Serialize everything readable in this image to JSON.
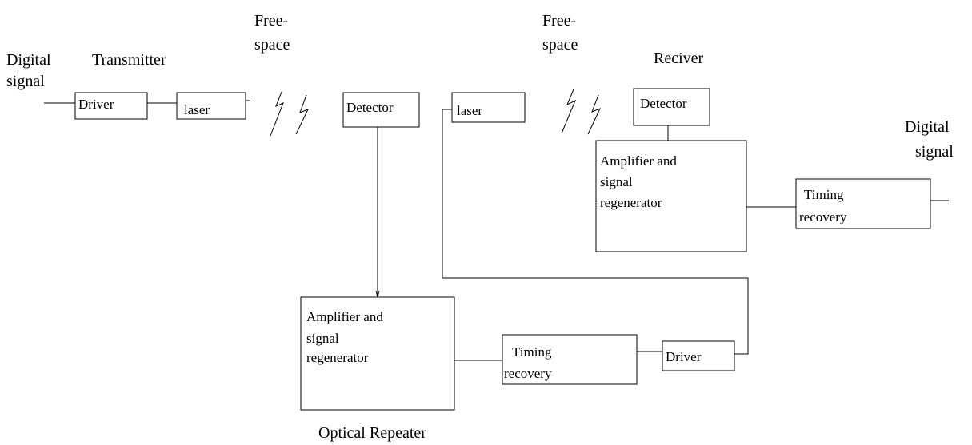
{
  "labels": {
    "digital_signal_in": [
      "Digital",
      "signal"
    ],
    "transmitter": "Transmitter",
    "free_space_1": [
      "Free-",
      "space"
    ],
    "free_space_2": [
      "Free-",
      "space"
    ],
    "receiver": "Reciver",
    "digital_signal_out": [
      "Digital",
      "signal"
    ],
    "optical_repeater": "Optical Repeater"
  },
  "blocks": {
    "tx_driver": [
      "Driver"
    ],
    "tx_laser": [
      "laser"
    ],
    "rep_detector": [
      "Detector"
    ],
    "rep_laser": [
      "laser"
    ],
    "rep_amplifier": [
      "Amplifier and",
      "signal",
      "regenerator"
    ],
    "rep_timing": [
      "Timing",
      "recovery"
    ],
    "rep_driver": [
      "Driver"
    ],
    "rx_detector": [
      "Detector"
    ],
    "rx_amplifier": [
      "Amplifier and",
      "signal",
      "regenerator"
    ],
    "rx_timing": [
      "Timing",
      "recovery"
    ]
  }
}
